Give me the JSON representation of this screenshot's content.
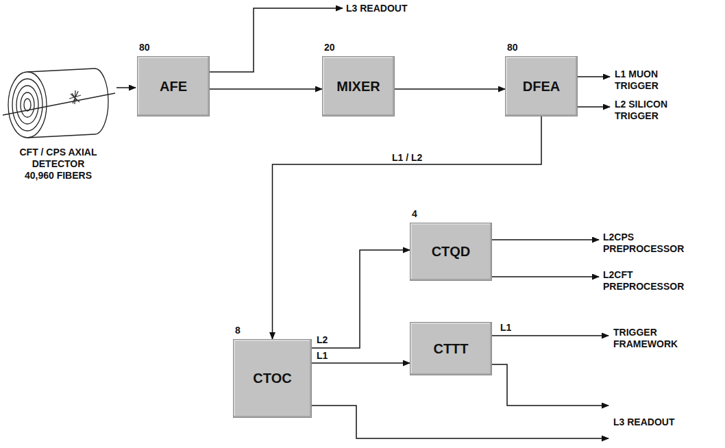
{
  "diagram": {
    "nodes": [
      {
        "text": [
          "80",
          "AFE"
        ]
      },
      {
        "text": [
          "20",
          "MIXER"
        ]
      },
      {
        "text": [
          "80",
          "DFEA"
        ]
      },
      {
        "text": [
          "4",
          "CTQD"
        ]
      },
      {
        "text": [
          "8",
          "CTOC"
        ]
      },
      {
        "text": [
          "CTTT"
        ]
      }
    ],
    "edges": [
      {
        "from": 0,
        "to": 1,
        "arrow": "to"
      },
      {
        "from": 1,
        "to": 2,
        "arrow": "to"
      },
      {
        "from": 2,
        "to": 4,
        "label": "L1 / L2",
        "arrow": "to"
      },
      {
        "from": 4,
        "to": 3,
        "label": "L2",
        "arrow": "to"
      },
      {
        "from": 4,
        "to": 5,
        "label": "L1",
        "arrow": "to"
      }
    ],
    "labels": [
      "L3 READOUT",
      "CFT / CPS AXIAL DETECTOR 40,960 FIBERS",
      "L1 MUON TRIGGER",
      "L2 SILICON TRIGGER",
      "L2CPS PREPROCESSOR",
      "L2CFT PREPROCESSOR",
      "L1",
      "TRIGGER FRAMEWORK",
      "L3 READOUT"
    ]
  }
}
